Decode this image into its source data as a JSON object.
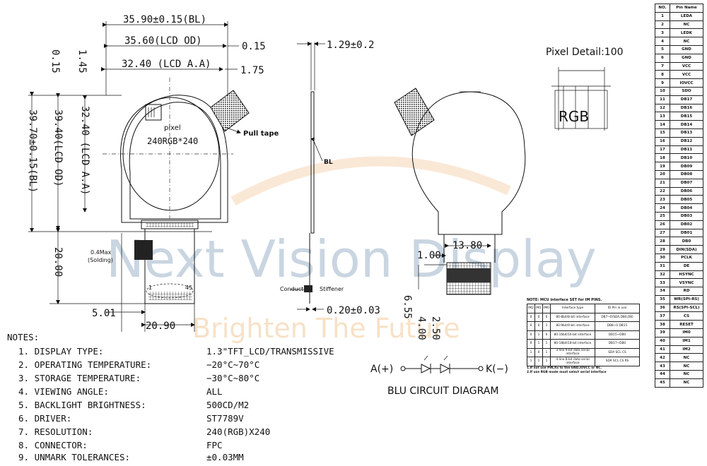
{
  "dimensions": {
    "bl_width": "35.90±0.15(BL)",
    "lcd_od_width": "35.60(LCD OD)",
    "lcd_aa_width": "32.40 (LCD A.A)",
    "right_offset_1": "0.15",
    "right_offset_2": "1.75",
    "thickness": "1.29±0.2",
    "left_v_1": "0.15",
    "left_v_2": "1.45",
    "lcd_aa_height": "32.40 (LCD A.A)",
    "lcd_od_height": "39.40(LCD OD)",
    "bl_height": "39.70±0.15(BL)",
    "fpc_length": "20.00",
    "fpc_offset": "5.01",
    "fpc_width": "20.90",
    "fpc_thickness": "0.20±0.03",
    "contact_width": "13.80",
    "contact_offset": "1.00",
    "pad_6_55": "6.55",
    "pad_4_00": "4.00",
    "pad_2_50": "2.50"
  },
  "labels": {
    "pull_tape": "Pull tape",
    "bl": "BL",
    "pixel": "pixel",
    "resolution_mark": "240RGB*240",
    "solding": "0.4Max\n(Solding)",
    "pin_1": "1",
    "pin_45": "45",
    "conduct": "Conduct",
    "stiffener": "Stiffener",
    "pixel_detail": "Pixel Detail:100",
    "rgb": "RGB",
    "anode": "A(+)",
    "cathode": "K(−)",
    "blu_diagram": "BLU CIRCUIT DIAGRAM"
  },
  "watermark": {
    "line1": "Next Vision Display",
    "line2": "Brighten The Future"
  },
  "notes": {
    "title": "NOTES:",
    "items": [
      {
        "label": "1. DISPLAY TYPE:",
        "value": "1.3\"TFT_LCD/TRANSMISSIVE"
      },
      {
        "label": "2. OPERATING TEMPERATURE:",
        "value": "−20°C~70°C"
      },
      {
        "label": "3. STORAGE TEMPERATURE:",
        "value": "−30°C~80°C"
      },
      {
        "label": "4. VIEWING ANGLE:",
        "value": "ALL"
      },
      {
        "label": "5. BACKLIGHT BRIGHTNESS:",
        "value": "500CD/M2"
      },
      {
        "label": "6. DRIVER:",
        "value": "ST7789V"
      },
      {
        "label": "7. RESOLUTION:",
        "value": "240(RGB)X240"
      },
      {
        "label": "8. CONNECTOR:",
        "value": "FPC"
      },
      {
        "label": "9. UNMARK TOLERANCES:",
        "value": "±0.03MM"
      }
    ]
  },
  "pin_table": {
    "headers": [
      "NO.",
      "Pin Name"
    ],
    "rows": [
      [
        "1",
        "LEDA"
      ],
      [
        "2",
        "NC"
      ],
      [
        "3",
        "LEDK"
      ],
      [
        "4",
        "NC"
      ],
      [
        "5",
        "GND"
      ],
      [
        "6",
        "GND"
      ],
      [
        "7",
        "VCC"
      ],
      [
        "8",
        "VCC"
      ],
      [
        "9",
        "IOVCC"
      ],
      [
        "10",
        "SDO"
      ],
      [
        "11",
        "DB17"
      ],
      [
        "12",
        "DB16"
      ],
      [
        "13",
        "DB15"
      ],
      [
        "14",
        "DB14"
      ],
      [
        "15",
        "DB13"
      ],
      [
        "16",
        "DB12"
      ],
      [
        "17",
        "DB11"
      ],
      [
        "18",
        "DB10"
      ],
      [
        "19",
        "DB09"
      ],
      [
        "20",
        "DB08"
      ],
      [
        "21",
        "DB07"
      ],
      [
        "22",
        "DB06"
      ],
      [
        "23",
        "DB05"
      ],
      [
        "24",
        "DB04"
      ],
      [
        "25",
        "DB03"
      ],
      [
        "26",
        "DB02"
      ],
      [
        "27",
        "DB01"
      ],
      [
        "28",
        "DB0"
      ],
      [
        "29",
        "DIN(SDA)"
      ],
      [
        "30",
        "PCLK"
      ],
      [
        "31",
        "DE"
      ],
      [
        "32",
        "HSYNC"
      ],
      [
        "33",
        "VSYNC"
      ],
      [
        "34",
        "RD"
      ],
      [
        "35",
        "WR(SPI-RS)"
      ],
      [
        "36",
        "RS(SPI-SCL)"
      ],
      [
        "37",
        "CS"
      ],
      [
        "38",
        "RESET"
      ],
      [
        "39",
        "IM0"
      ],
      [
        "40",
        "IM1"
      ],
      [
        "41",
        "IM2"
      ],
      [
        "42",
        "NC"
      ],
      [
        "43",
        "NC"
      ],
      [
        "44",
        "NC"
      ],
      [
        "45",
        "NC"
      ]
    ]
  },
  "interface_table": {
    "title": "NOTE: MCU interface SET for IM PINS.",
    "headers": [
      "IM2",
      "IM1",
      "IM0",
      "Interface type",
      "IO Pin in use"
    ],
    "rows": [
      [
        "0",
        "0",
        "0",
        "80-8bit/8-bit interface",
        "DB7~0(SDA,DB0,D8)"
      ],
      [
        "0",
        "0",
        "1",
        "80-9bit/9-bit interface",
        "DB8~0 DB15"
      ],
      [
        "0",
        "1",
        "0",
        "80-16bit/16-bit interface",
        "DB15~DB0"
      ],
      [
        "0",
        "1",
        "1",
        "80-18bit/18-bit interface",
        "DB17~DB0"
      ],
      [
        "1",
        "0",
        "1",
        "3-line 9-bit data serial interface",
        "SDA SCL CS"
      ],
      [
        "1",
        "1",
        "1",
        "4-line 8-bit data serial interface",
        "SDA SCL CS RS"
      ]
    ],
    "notes": [
      "1.If not use PIN,fix to the GND,IOVCC or NC.",
      "2.If use RGB mode must select serial interface"
    ]
  }
}
